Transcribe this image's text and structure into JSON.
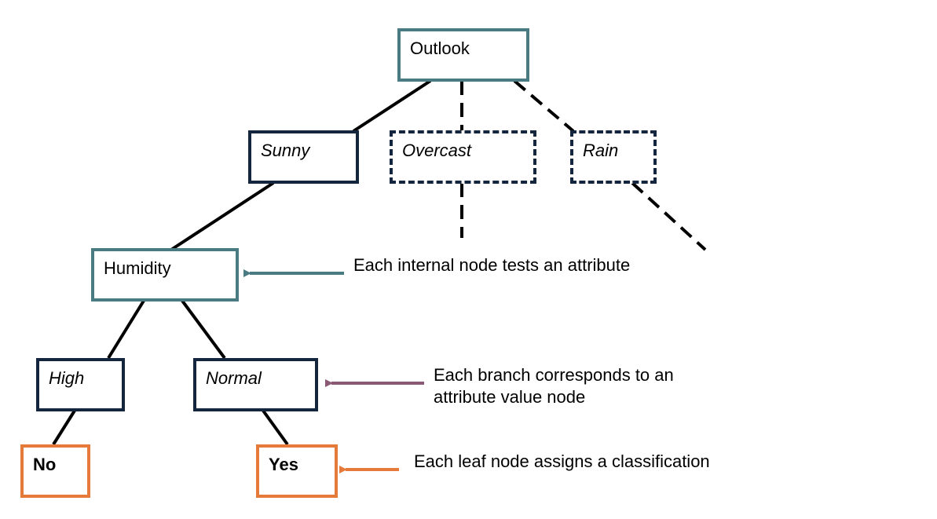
{
  "nodes": {
    "outlook": "Outlook",
    "sunny": "Sunny",
    "overcast": "Overcast",
    "rain": "Rain",
    "humidity": "Humidity",
    "high": "High",
    "normal": "Normal",
    "no": "No",
    "yes": "Yes"
  },
  "callouts": {
    "internal_node": "Each internal node tests an attribute",
    "branch_line1": "Each branch corresponds to an",
    "branch_line2": "attribute value node",
    "leaf_node": "Each leaf node assigns a classification"
  },
  "colors": {
    "attribute_node": "#4a7a82",
    "value_node": "#14253e",
    "leaf_node": "#e57a3a",
    "branch_arrow": "#8a5a75"
  }
}
